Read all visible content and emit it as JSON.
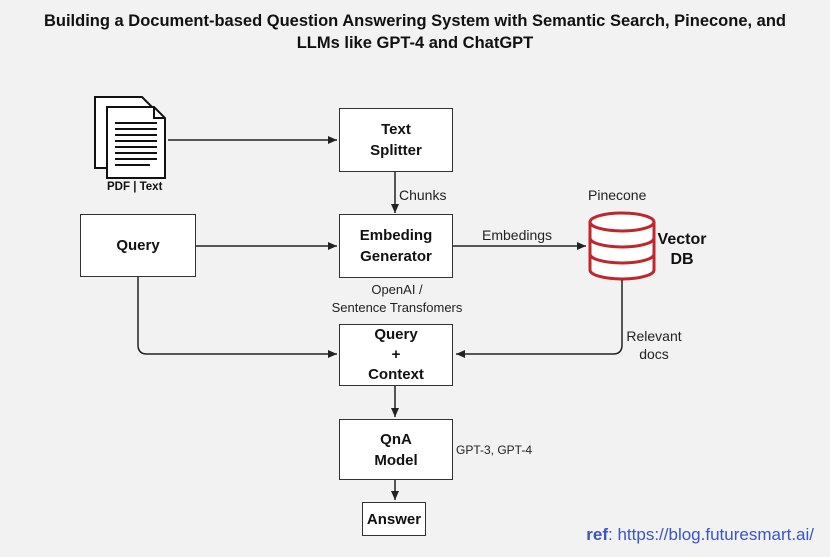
{
  "title": {
    "line1": "Building a Document-based Question Answering System with Semantic Search, Pinecone, and",
    "line2": "LLMs like GPT-4 and ChatGPT"
  },
  "nodes": {
    "documents_label": "PDF | Text",
    "text_splitter": [
      "Text",
      "Splitter"
    ],
    "query": "Query",
    "embedding_generator": [
      "Embeding",
      "Generator"
    ],
    "vector_db": [
      "Vector",
      "DB"
    ],
    "vector_db_caption": "Pinecone",
    "query_context": [
      "Query",
      "+",
      "Context"
    ],
    "qna_model": [
      "QnA",
      "Model"
    ],
    "answer": "Answer"
  },
  "edges": {
    "chunks": "Chunks",
    "embedings": "Embedings",
    "relevant_docs": [
      "Relevant",
      "docs"
    ]
  },
  "annotations": {
    "embedding_models": [
      "OpenAI /",
      "Sentence Transfomers"
    ],
    "qna_models": "GPT-3, GPT-4"
  },
  "reference": {
    "prefix": "ref",
    "url": ": https://blog.futuresmart.ai/"
  },
  "colors": {
    "db": "#c0262c",
    "link": "#3a55c8",
    "background": "#f2f2f2"
  }
}
